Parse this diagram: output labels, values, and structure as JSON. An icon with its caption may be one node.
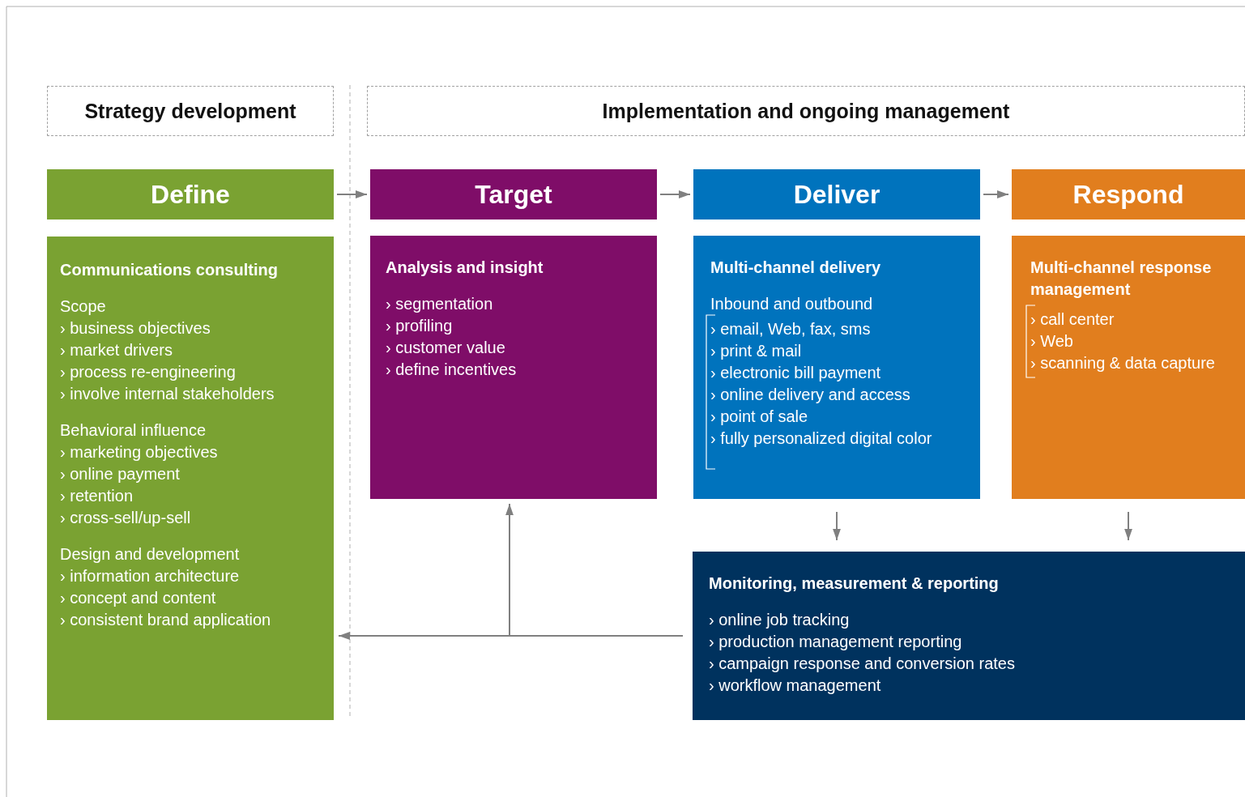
{
  "diagram": {
    "nodes": [
      {
        "text": [
          "Strategy development"
        ]
      },
      {
        "text": [
          "Implementation and ongoing management"
        ]
      },
      {
        "text": [
          "Define"
        ]
      },
      {
        "text": [
          "Target"
        ]
      },
      {
        "text": [
          "Deliver"
        ]
      },
      {
        "text": [
          "Respond"
        ]
      },
      {
        "text": [
          "Communications consulting",
          "Scope",
          "› business objectives",
          "› market drivers",
          "› process re-engineering",
          "› involve internal stakeholders",
          "Behavioral influence",
          "› marketing objectives",
          "› online payment",
          "› retention",
          "› cross-sell/up-sell",
          "Design and development",
          "› information architecture",
          "› concept and content",
          "› consistent brand application"
        ]
      },
      {
        "text": [
          "Analysis and insight",
          "› segmentation",
          "› profiling",
          "› customer value",
          "› define incentives"
        ]
      },
      {
        "text": [
          "Multi-channel delivery",
          "Inbound and outbound",
          "› email, Web, fax, sms",
          "› print & mail",
          "› electronic bill payment",
          "› online delivery and access",
          "› point of sale",
          "› fully personalized digital color"
        ]
      },
      {
        "text": [
          "Multi-channel response management",
          "› call center",
          "› Web",
          "› scanning & data capture"
        ]
      },
      {
        "text": [
          "Monitoring, measurement & reporting",
          "› online job tracking",
          "› production management reporting",
          "› campaign response and conversion rates",
          "› workflow management"
        ]
      }
    ],
    "edges": [
      {
        "from": 2,
        "to": 3,
        "arrow": "to"
      },
      {
        "from": 3,
        "to": 4,
        "arrow": "to"
      },
      {
        "from": 4,
        "to": 5,
        "arrow": "to"
      },
      {
        "from": 8,
        "to": 10,
        "arrow": "to"
      },
      {
        "from": 9,
        "to": 10,
        "arrow": "to"
      },
      {
        "from": 10,
        "to": 6,
        "arrow": "to"
      },
      {
        "from": 10,
        "to": 7,
        "arrow": "to"
      }
    ]
  }
}
